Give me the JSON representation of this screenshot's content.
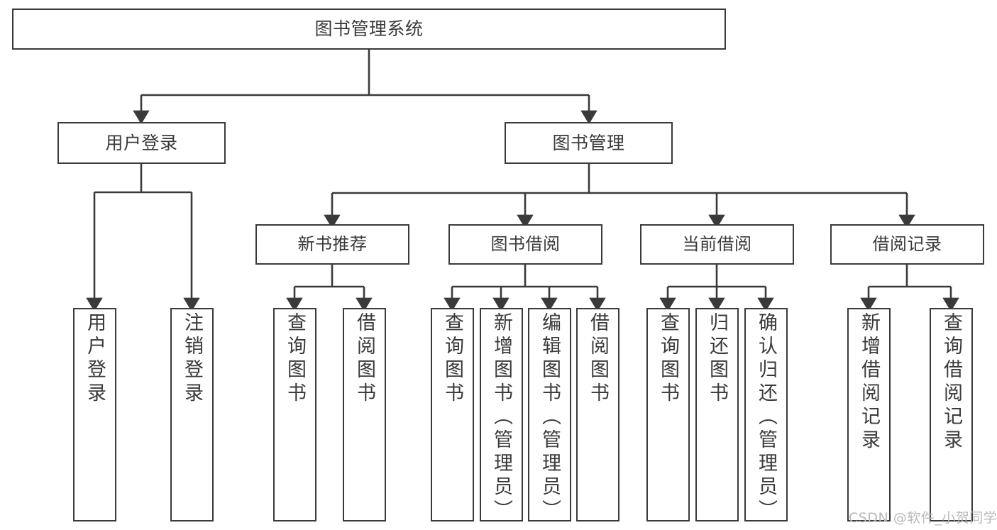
{
  "diagram": {
    "type": "tree-hierarchy",
    "title": "图书管理系统",
    "watermark": "CSDN @软件_小贺同学",
    "colors": {
      "stroke": "#3a3a3a",
      "fill": "#ffffff",
      "text": "#3a3a3a",
      "watermark": "#b9b9b9"
    },
    "nodes": {
      "root": {
        "label": "图书管理系统"
      },
      "level1": [
        {
          "id": "user-login",
          "label": "用户登录"
        },
        {
          "id": "book-manage",
          "label": "图书管理"
        }
      ],
      "level2": [
        {
          "id": "new-book-recommend",
          "label": "新书推荐"
        },
        {
          "id": "book-borrow",
          "label": "图书借阅"
        },
        {
          "id": "current-borrow",
          "label": "当前借阅"
        },
        {
          "id": "borrow-record",
          "label": "借阅记录"
        }
      ],
      "leaves": [
        {
          "id": "leaf-user-login",
          "label": "用户登录",
          "parent": "user-login"
        },
        {
          "id": "leaf-logout",
          "label": "注销登录",
          "parent": "user-login"
        },
        {
          "id": "leaf-query-book-1",
          "label": "查询图书",
          "parent": "new-book-recommend"
        },
        {
          "id": "leaf-borrow-book-1",
          "label": "借阅图书",
          "parent": "new-book-recommend"
        },
        {
          "id": "leaf-query-book-2",
          "label": "查询图书",
          "parent": "book-borrow"
        },
        {
          "id": "leaf-add-book",
          "label": "新增图书（管理员）",
          "parent": "book-borrow"
        },
        {
          "id": "leaf-edit-book",
          "label": "编辑图书（管理员）",
          "parent": "book-borrow"
        },
        {
          "id": "leaf-borrow-book-2",
          "label": "借阅图书",
          "parent": "book-borrow"
        },
        {
          "id": "leaf-query-book-3",
          "label": "查询图书",
          "parent": "current-borrow"
        },
        {
          "id": "leaf-return-book",
          "label": "归还图书",
          "parent": "current-borrow"
        },
        {
          "id": "leaf-confirm-return",
          "label": "确认归还（管理员）",
          "parent": "current-borrow"
        },
        {
          "id": "leaf-add-record",
          "label": "新增借阅记录",
          "parent": "borrow-record"
        },
        {
          "id": "leaf-query-record",
          "label": "查询借阅记录",
          "parent": "borrow-record"
        }
      ]
    }
  }
}
